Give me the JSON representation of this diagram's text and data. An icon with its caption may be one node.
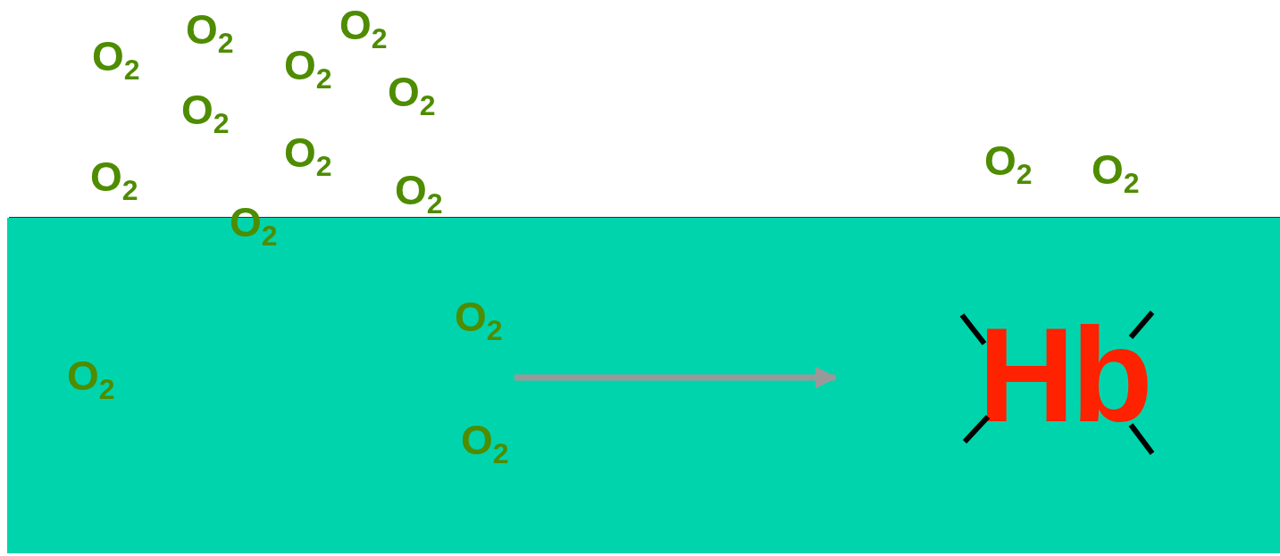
{
  "diagram": {
    "labels": [
      "O$_{2}$",
      "O$_{2}$",
      "O$_{2}$",
      "O$_{2}$",
      "O$_{2}$",
      "O$_{2}$",
      "O$_{2}$",
      "O$_{2}$",
      "O$_{2}$",
      "O$_{2}$",
      "O$_{2}$",
      "O$_{2}$",
      "O$_{2}$",
      "O$_{2}$",
      "O$_{2}$",
      "Hb"
    ]
  }
}
